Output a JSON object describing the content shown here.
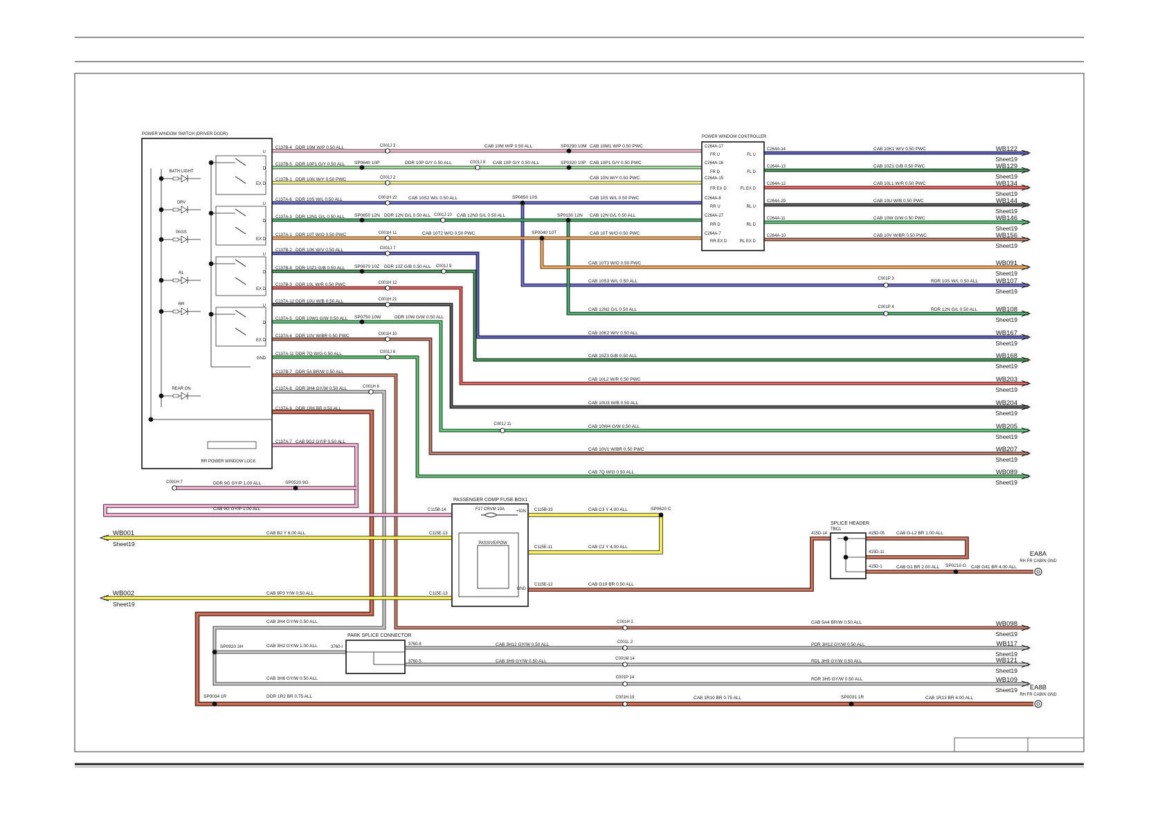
{
  "boxes": {
    "switch": {
      "title": "POWER WINDOW SWITCH (DRIVER DOOR)",
      "sub": "RR POWER WINDOW LOCK"
    },
    "controller": {
      "title": "POWER WINDOW CONTROLLER"
    },
    "fusebox": {
      "title": "PASSENGER COMP FUSE BOX1",
      "fuse": "F17 CRVM 10A",
      "ign": "+IGN",
      "relay": "PASSIVE/POW",
      "gnd": "GND"
    },
    "splice_header": {
      "title": "SPLICE HEADER",
      "sub": "TBC1"
    },
    "park_splice": {
      "title": "PARK SPLICE CONNECTOR"
    }
  },
  "switch_labels": [
    "BATH LIGHT",
    "DRV",
    "PASS",
    "RL",
    "RR",
    "REAR ON"
  ],
  "switch_pins": [
    "U",
    "D",
    "EX D",
    "U",
    "D",
    "EX D",
    "U",
    "D",
    "EX D",
    "U",
    "D",
    "EX D",
    "GND"
  ],
  "controller_pins": [
    "FR U",
    "FR D",
    "FR EX D",
    "RR U",
    "RR D",
    "RR EX D",
    "FL U",
    "FL D",
    "FL EX D",
    "RL U",
    "RL D",
    "RL EX D"
  ],
  "wires": [
    {
      "c": "C137B-4",
      "l": "DDR  10M W/P 0.50 ALL",
      "m": "C001J 3",
      "r": "CAB  10M W/P 0.50 ALL",
      "s": "SP0290 10M",
      "e": "CAB  10M1 W/P 0.50 PWC",
      "ce": "C264A-17"
    },
    {
      "c": "C137B-5",
      "l": "DDR  10P1 G/Y 0.50 ALL",
      "m": "SP0640 10P",
      "r": "DDR  10P G/Y 0.50 ALL",
      "m2": "C001J 8",
      "r2": "CAB  10P G/Y 0.50 ALL",
      "s": "SP0320 10P",
      "e": "CAB  10P1 G/Y 0.50 PWC",
      "ce": "C264A-16"
    },
    {
      "c": "C137B-1",
      "l": "DDR  10N W/Y 0.50 PWC",
      "m": "C001J 2",
      "e": "CAB  10N W/Y 0.50 PWC",
      "ce": "C264A-15"
    },
    {
      "c": "C137A-6",
      "l": "DDR  10S W/L 0.50 ALL",
      "m": "C001H 22",
      "r": "CAB  10S2 W/L 0.50 ALL",
      "s": "SP0850 10S",
      "e": "CAB  10S W/L 0.50 PWC",
      "ce": "C264A-8"
    },
    {
      "c": "C137A-3",
      "l": "DDR  12N1 G/L 0.50 ALL",
      "m": "SP0650 12N",
      "r": "DDR 12N G/L 0.50 ALL",
      "m2": "C001J 10",
      "r2": "CAB  12N3 G/L 0.50 ALL",
      "s": "SP0130 12N",
      "e": "CAB  12N G/L 0.50 ALL",
      "ce": "C264A-27"
    },
    {
      "c": "C137A-1",
      "l": "DDR  10T W/O 0.50 PWC",
      "m": "C001H 11",
      "r": "CAB  10T2 W/O 0.50 PWC",
      "s": "SP0040 10T",
      "e": "CAB  10T W/O 0.50 PWC",
      "ce": "C264A-7"
    },
    {
      "c": "C137B-2",
      "l": "DDR  10K W/V 0.50 ALL",
      "m": "C001J 7"
    },
    {
      "c": "C137B-8",
      "l": "DDR  10Z1 G/B 0.50 ALL",
      "m": "SP0670 10Z",
      "r": "DDR  10Z G/B 0.50 ALL",
      "m2": "C001J 9"
    },
    {
      "c": "C137B-3",
      "l": "DDR  10L W/R 0.50 PWC",
      "m": "C001H 12"
    },
    {
      "c": "C137A-12",
      "l": "DDR  10U W/B 0.50 ALL",
      "m": "C001H 21"
    },
    {
      "c": "C137A-5",
      "l": "DDR  10W1 G/W 0.50 ALL",
      "m": "SP0750 10W",
      "r": "DDR  10W G/W 0.50 ALL"
    },
    {
      "c": "C137A-4",
      "l": "DDR  10V W/BR 0.50 PWC",
      "m": "C001H 10"
    },
    {
      "c": "C137A-11",
      "l": "DDR  7Q W/G 0.50 ALL",
      "m": "C001J 6"
    },
    {
      "c": "C137B-7",
      "l": "DDR  5A BR/W 0.50 ALL"
    },
    {
      "c": "C137A-8",
      "l": "DDR  3H4 GY/W 0.50 ALL",
      "m": "C001H 6"
    },
    {
      "c": "C137A-9",
      "l": "DDR  1R6 BR 0.50 ALL"
    },
    {
      "c": "C137A-7",
      "l": "CAB  9G2 GY/P 0.50 ALL"
    }
  ],
  "ctrl_out": [
    {
      "c": "C264A-14",
      "l": "CAB  10K1 W/V 0.50 PWC",
      "d": "WB122",
      "s": "Sheet19"
    },
    {
      "c": "C264A-13",
      "l": "CAB  10Z1 G/B 0.50 PWC",
      "d": "WB129",
      "s": "Sheet19"
    },
    {
      "c": "C264A-12",
      "l": "CAB  10L1 W/R 0.50 PWC",
      "d": "WB134",
      "s": "Sheet19"
    },
    {
      "c": "C264A-29",
      "l": "CAB  10U W/B 0.50 PWC",
      "d": "WB144",
      "s": "Sheet19"
    },
    {
      "c": "C264A-11",
      "l": "CAB  10W G/W 0.50 PWC",
      "d": "WB146",
      "s": "Sheet19"
    },
    {
      "c": "C264A-10",
      "l": "CAB  10V W/BR 0.50 PWC",
      "d": "WB156",
      "s": "Sheet19"
    }
  ],
  "long_out": [
    {
      "l": "CAB  10T3 W/O 0.50 PWC",
      "d": "WB091",
      "s": "Sheet19"
    },
    {
      "l": "CAB  10S3 W/L 0.50 ALL",
      "c2": "C001P 3",
      "l2": "RDR  10S W/L 0.50 ALL",
      "d": "WB107",
      "s": "Sheet19"
    },
    {
      "l": "CAB  12N2 G/L 0.50 ALL",
      "c2": "C001P 4",
      "l2": "RDR  12N G/L 0.50 ALL",
      "d": "WB108",
      "s": "Sheet19"
    },
    {
      "l": "CAB  10K2 W/V 0.50 ALL",
      "d": "WB167",
      "s": "Sheet19"
    },
    {
      "l": "CAB  10Z3 G/B 0.50 ALL",
      "d": "WB168",
      "s": "Sheet19"
    },
    {
      "l": "CAB  10L2 W/R 0.50 PWC",
      "d": "WB203",
      "s": "Sheet19"
    },
    {
      "l": "CAB  10U3 W/B 0.50 ALL",
      "d": "WB204",
      "s": "Sheet19"
    },
    {
      "l": "CAB  10W4 G/W 0.50 ALL",
      "c1": "C001J 11",
      "d": "WB205",
      "s": "Sheet19"
    },
    {
      "l": "CAB  10V1 W/BR 0.50 PWC",
      "d": "WB207",
      "s": "Sheet19"
    },
    {
      "l": "CAB  7Q W/G 0.50 ALL",
      "d": "WB089",
      "s": "Sheet19"
    }
  ],
  "bottom": {
    "gy": {
      "c1": "C001H 7",
      "l1": "DDR  9G GY/P 1.00 ALL",
      "s1": "SP0520 9G",
      "l2": "CAB  9G GY/P 1.00 ALL",
      "c2": "C115B-14"
    },
    "wb001": {
      "d": "WB001",
      "s": "Sheet19",
      "l": "CAB  B2 Y 6.00 ALL",
      "c": "C115E-13"
    },
    "wb002": {
      "d": "WB002",
      "s": "Sheet19",
      "l": "CAB  9P3 Y/W 0.50 ALL",
      "c": "C115E-13"
    },
    "fuse_out1": {
      "c": "C115B-33",
      "l": "CAB  C3 Y 4.00 ALL",
      "s": "SP0620 C"
    },
    "fuse_out2": {
      "c": "C115E-11",
      "l": "CAB  C2 Y 4.00 ALL"
    },
    "fuse_gnd": {
      "c": "C115E-12",
      "l": "CAB  G19 BR 0.50 ALL",
      "c2": "415D-14"
    },
    "splice_r1": {
      "c": "415D-05",
      "l": "CAB  G-L2 BR 1.00 ALL"
    },
    "splice_r2": {
      "c": "415D-11"
    },
    "splice_r3": {
      "c": "415D-1",
      "l": "CAB  G1 BR 2.00 ALL",
      "s": "SP0210 G",
      "l2": "CAB  G41 BR 4.00 ALL",
      "d": "EA8A",
      "dsub": "RH FR CABIN GND"
    },
    "wb098": {
      "l": "CAB  3H4 GY/W 0.50 ALL",
      "c": "C001H 2",
      "l2": "CAB  5A4 BR/W 0.50 ALL",
      "d": "WB098",
      "s": "Sheet19"
    },
    "wb117": {
      "s1": "SP0920 3H",
      "l": "CAB  3H2 GY/W 1.00 ALL",
      "c1": "3760-I",
      "c2": "3760-8",
      "l2": "CAB  3H12 GY/W 0.50 ALL",
      "c3": "C001L 2",
      "l3": "PDR  3H12 GY/W 0.50 ALL",
      "d": "WB117",
      "s": "Sheet19"
    },
    "wb121": {
      "c2": "3760-5",
      "l2": "CAB  3H9 GY/W 0.50 ALL",
      "c3": "C001M 14",
      "l3": "RDL  3H9 GY/W 0.50 ALL",
      "d": "WB121",
      "s": "Sheet19"
    },
    "wb109": {
      "l": "CAB  3H6 GY/W 0.50 ALL",
      "c3": "C001P 14",
      "l3": "RDR  3H5 GY/W 0.50 ALL",
      "d": "WB109",
      "s": "Sheet19"
    },
    "ea8b": {
      "s1": "SP0034 1R",
      "l": "DDR  1R2 BR 0.75 ALL",
      "c": "C001H 19",
      "l2": "CAB  1R10 BR 0.75 ALL",
      "s2": "SP0031 1R",
      "l3": "CAB  1R13 BR 4.00 ALL",
      "d": "EA8B",
      "dsub": "RH FR CABIN GND"
    }
  },
  "colors": {
    "wp": "#f0a8c0",
    "gy": "#7fce7f",
    "wy": "#f4ef6c",
    "wl": "#3838b0",
    "gl": "#0e8c3c",
    "wo": "#f08a28",
    "wv": "#2a2a9c",
    "gb": "#0c6a22",
    "wr": "#d42828",
    "wb": "#222222",
    "gw": "#22aa4a",
    "wbr": "#9a4a32",
    "wg": "#2aa53c",
    "brw": "#b0563a",
    "gyw": "#b8b8b8",
    "br": "#b04a30",
    "gyp": "#e99ac2",
    "y": "#f3e62e"
  }
}
